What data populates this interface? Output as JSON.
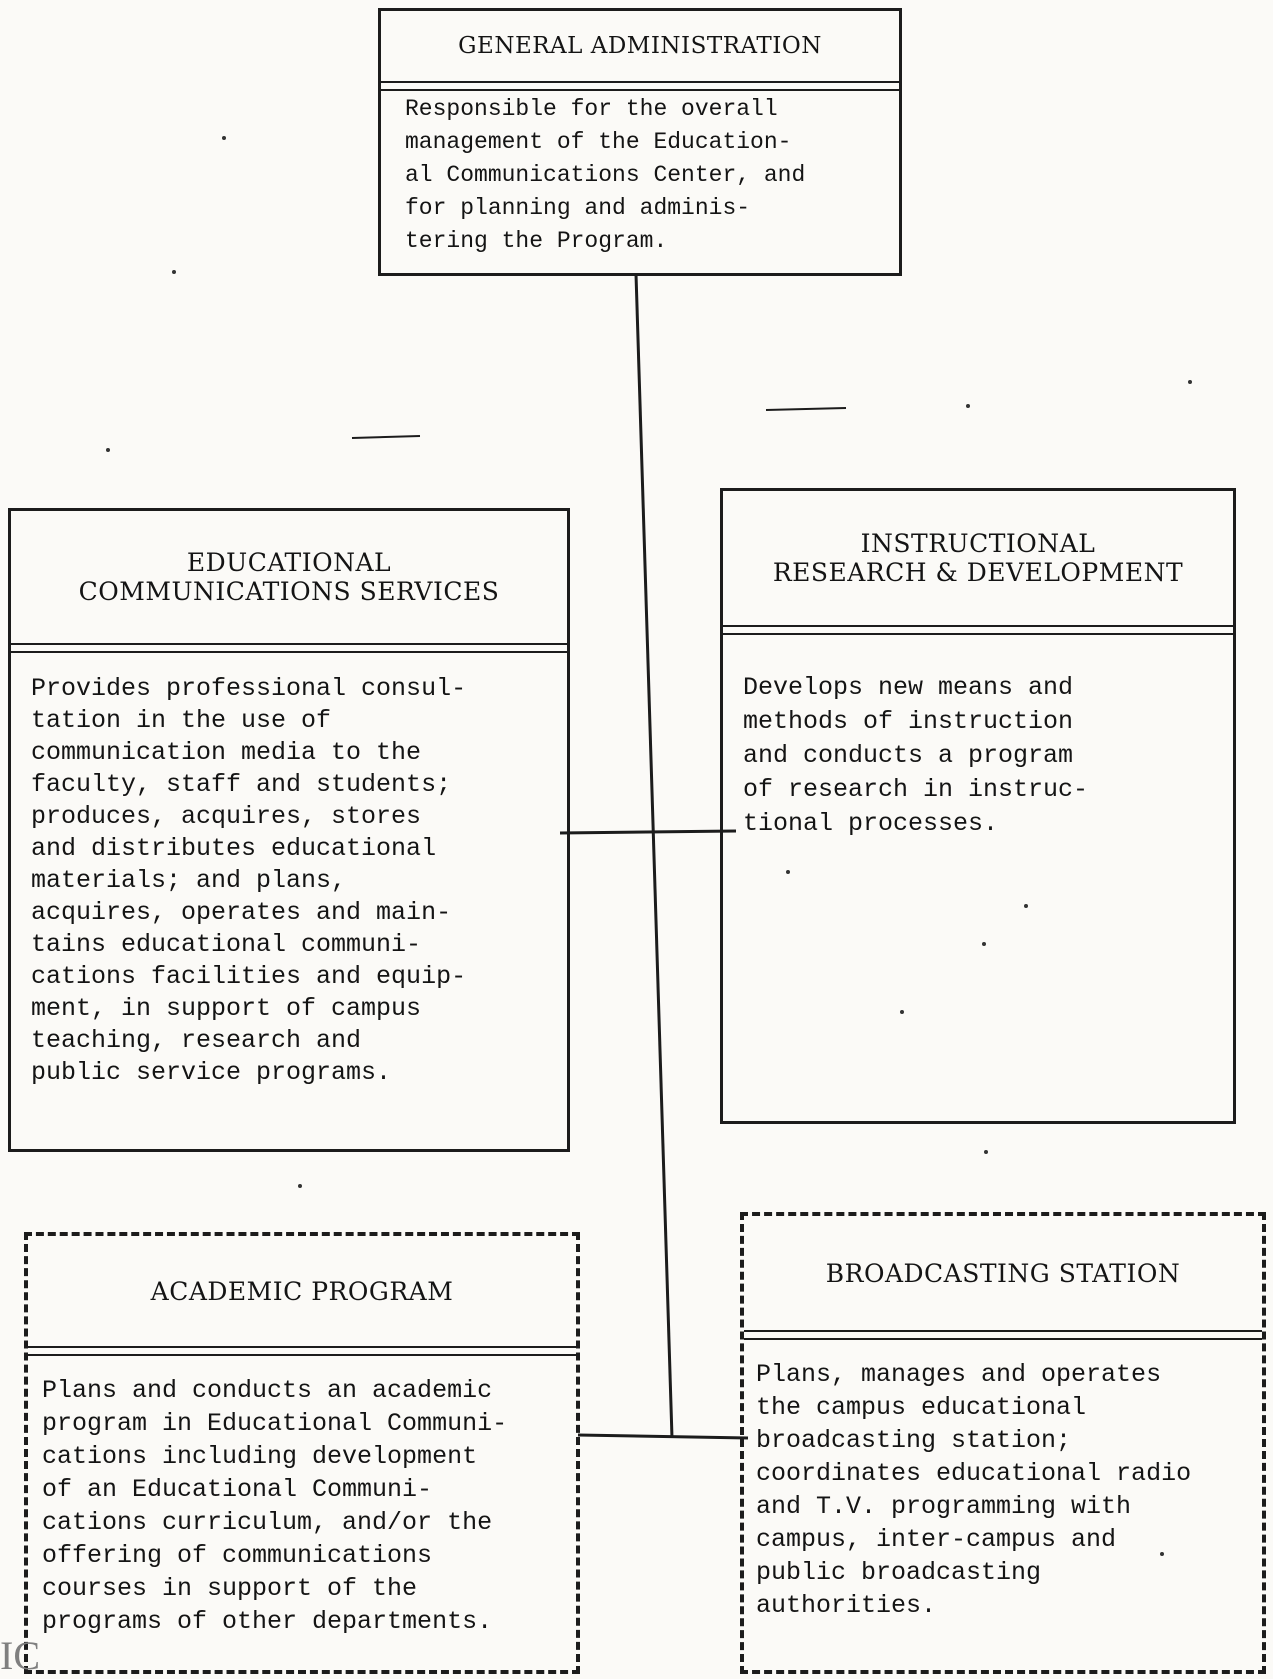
{
  "boxes": {
    "general_admin": {
      "title": "GENERAL ADMINISTRATION",
      "body": "Responsible for the overall\nmanagement of the Education-\nal Communications Center, and\nfor planning and adminis-\ntering the Program."
    },
    "ecs": {
      "title_line1": "EDUCATIONAL",
      "title_line2": "COMMUNICATIONS SERVICES",
      "body": "Provides professional consul-\ntation in the use of\ncommunication media to the\nfaculty, staff and students;\nproduces, acquires, stores\nand distributes educational\nmaterials; and plans,\nacquires, operates and main-\ntains educational communi-\ncations facilities and equip-\nment, in support of campus\nteaching, research and\npublic service programs."
    },
    "ird": {
      "title_line1": "INSTRUCTIONAL",
      "title_line2": "RESEARCH & DEVELOPMENT",
      "body": "Develops new means and\nmethods of instruction\nand conducts a program\nof research in instruc-\ntional processes."
    },
    "academic": {
      "title": "ACADEMIC PROGRAM",
      "body": "Plans and conducts an academic\nprogram in Educational Communi-\ncations including development\nof an Educational Communi-\ncations curriculum, and/or the\noffering of communications\ncourses in support of the\nprograms of other departments."
    },
    "broadcast": {
      "title": "BROADCASTING STATION",
      "body": "Plans, manages and operates\nthe campus educational\nbroadcasting station;\ncoordinates educational radio\nand T.V. programming with\ncampus, inter-campus and\npublic broadcasting\nauthorities."
    }
  },
  "watermark": "IC"
}
